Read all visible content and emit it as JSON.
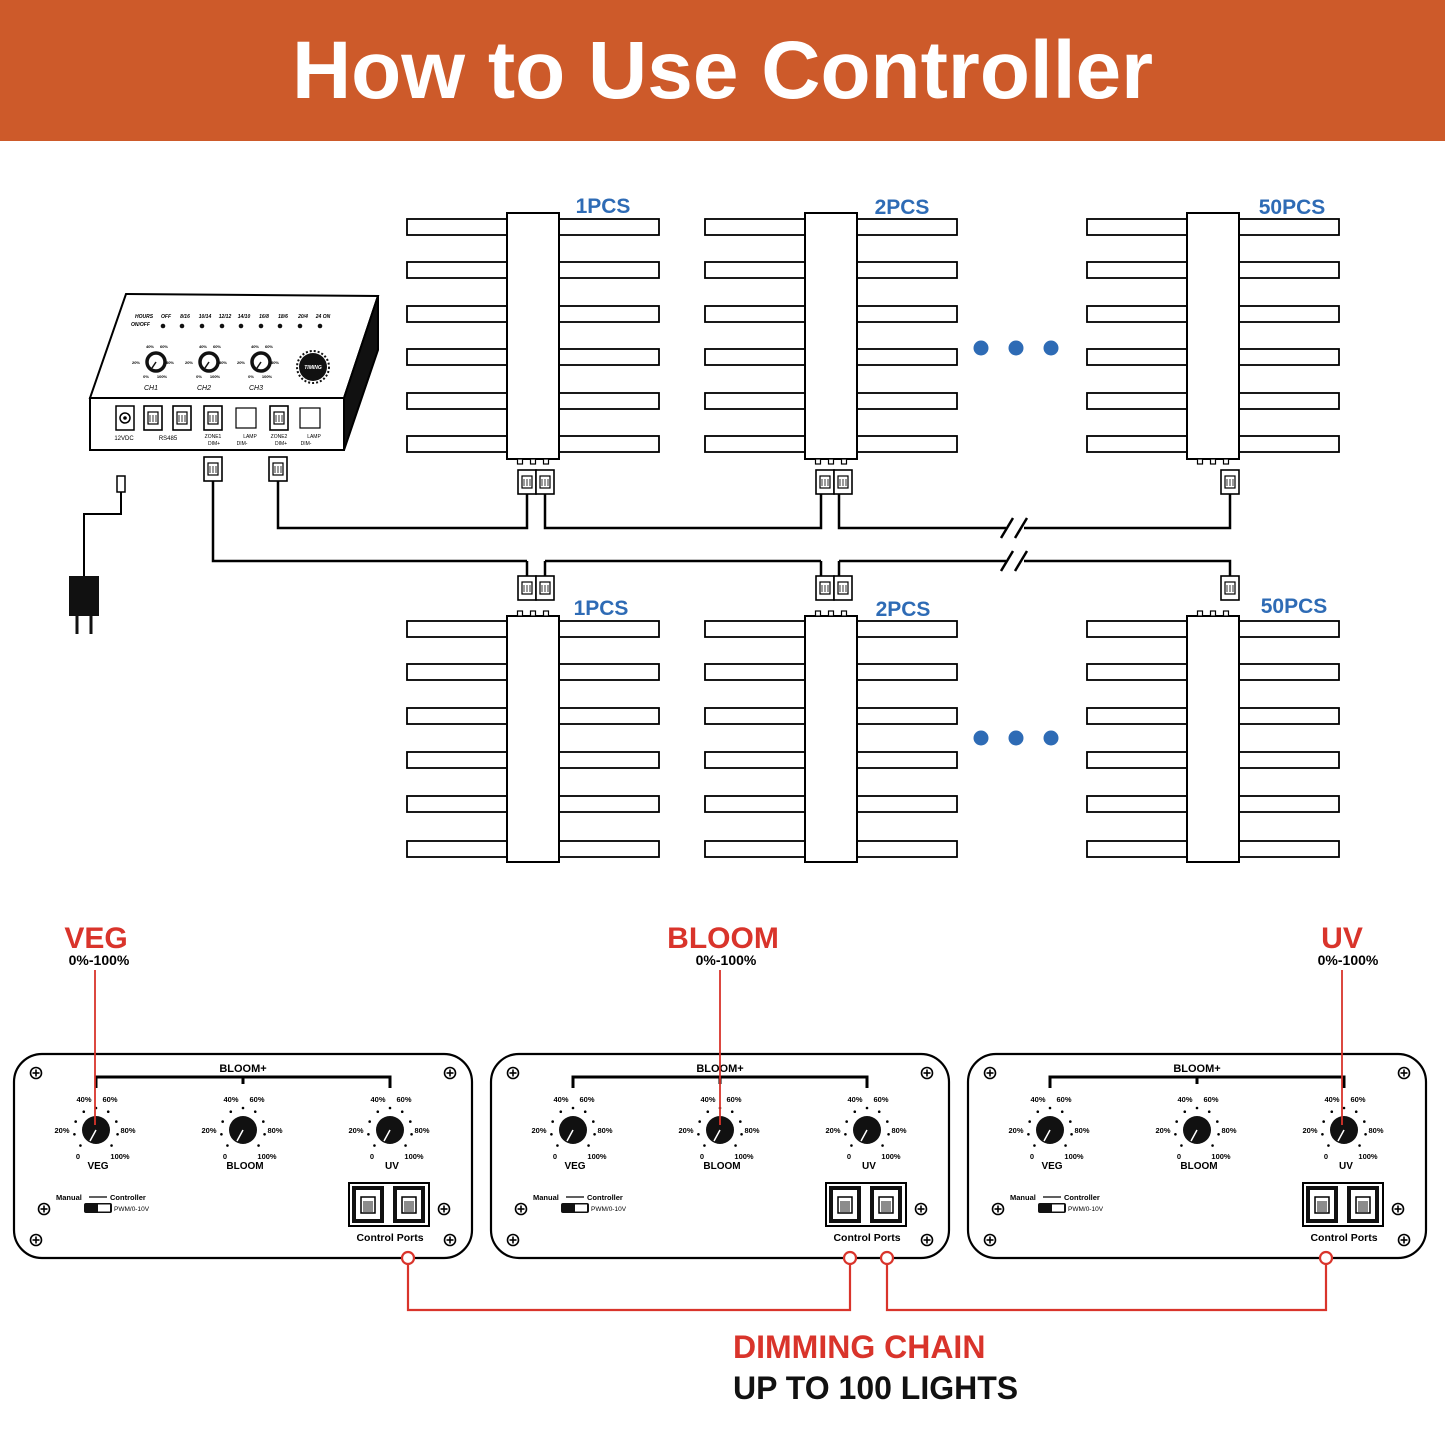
{
  "header": {
    "title": "How to Use Controller"
  },
  "colors": {
    "banner": "#cd5a2a",
    "count_blue": "#2e6bb5",
    "red": "#d9342b",
    "dot_blue": "#2e6bb5"
  },
  "controller": {
    "hours_label": "HOURS",
    "onoff_label": "ON/OFF",
    "hour_options": [
      "OFF",
      "8/16",
      "10/14",
      "12/12",
      "14/10",
      "16/8",
      "18/6",
      "20/4",
      "24 ON"
    ],
    "channels": [
      "CH1",
      "CH2",
      "CH3"
    ],
    "timing_label": "TIMING",
    "dial_marks": [
      "40%",
      "60%",
      "20%",
      "80%",
      "0%",
      "100%"
    ],
    "port_labels": {
      "power": "12VDC",
      "rs485": "RS485",
      "zone1": "ZONE1",
      "zone2": "ZONE2",
      "lamp": "LAMP",
      "dim_plus": "DIM+",
      "dim_minus": "DIM-"
    }
  },
  "light_rows": {
    "top": {
      "counts": [
        "1PCS",
        "2PCS",
        "50PCS"
      ]
    },
    "bottom": {
      "counts": [
        "1PCS",
        "2PCS",
        "50PCS"
      ]
    }
  },
  "bottom_section": {
    "callouts": [
      {
        "name": "VEG",
        "range": "0%-100%"
      },
      {
        "name": "BLOOM",
        "range": "0%-100%"
      },
      {
        "name": "UV",
        "range": "0%-100%"
      }
    ],
    "panel": {
      "bracket_label": "BLOOM+",
      "knobs": [
        "VEG",
        "BLOOM",
        "UV"
      ],
      "knob_marks": [
        "40%",
        "60%",
        "20%",
        "80%",
        "0",
        "100%"
      ],
      "switch_left": "Manual",
      "switch_right": "Controller",
      "switch_sub": "PWM/0-10V",
      "ports_label": "Control Ports"
    },
    "chain_title": "DIMMING CHAIN",
    "chain_subtitle": "UP TO 100 LIGHTS"
  }
}
